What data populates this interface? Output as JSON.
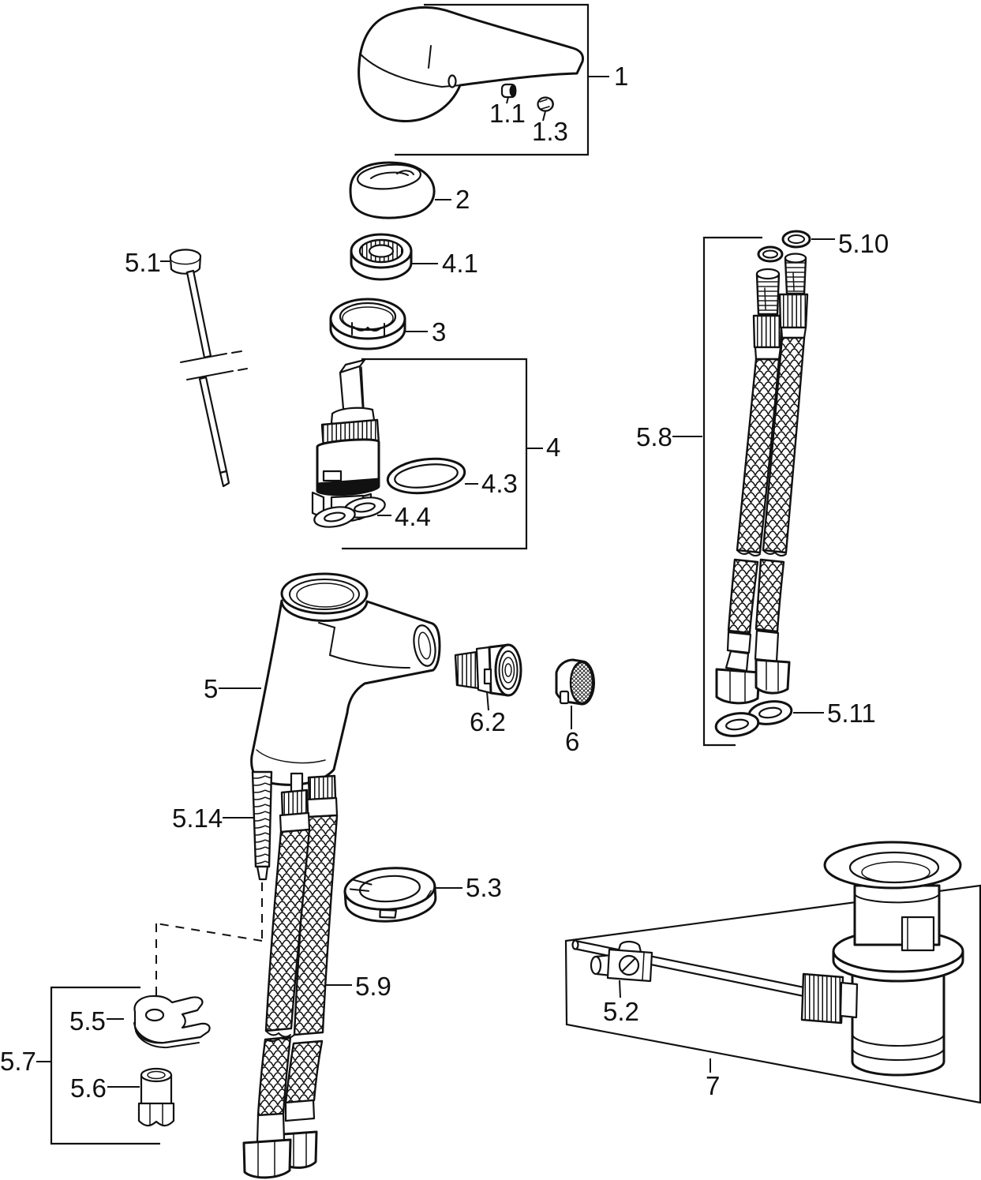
{
  "diagram": {
    "background_color": "#ffffff",
    "line_color": "#111111",
    "part_labels": {
      "p1": "1",
      "p1_1": "1.1",
      "p1_3": "1.3",
      "p2": "2",
      "p4_1": "4.1",
      "p3": "3",
      "p4": "4",
      "p4_3": "4.3",
      "p4_4": "4.4",
      "p5_1": "5.1",
      "p5": "5",
      "p6_2": "6.2",
      "p6": "6",
      "p5_8": "5.8",
      "p5_10": "5.10",
      "p5_11": "5.11",
      "p5_14": "5.14",
      "p5_3": "5.3",
      "p5_9": "5.9",
      "p5_5": "5.5",
      "p5_6": "5.6",
      "p5_7": "5.7",
      "p5_2": "5.2",
      "p7": "7"
    }
  }
}
